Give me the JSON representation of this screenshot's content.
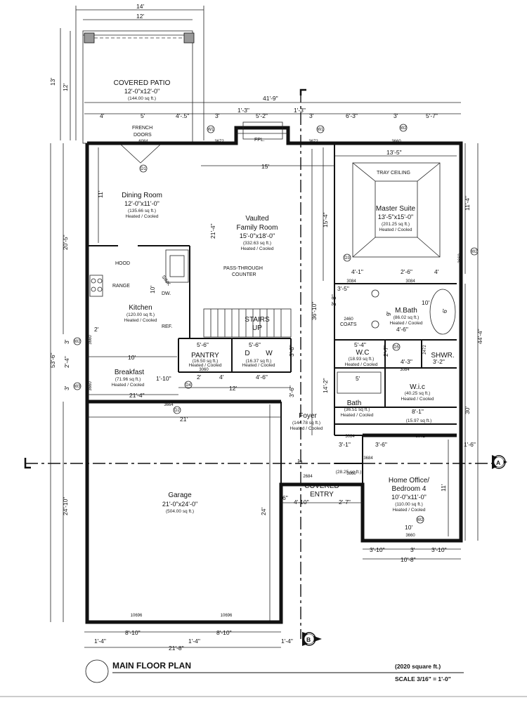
{
  "rooms": {
    "patio": {
      "name": "COVERED PATIO",
      "size": "12'-0\"x12'-0\"",
      "sqft": "(144.00 sq ft.)"
    },
    "dining": {
      "name": "Dining Room",
      "size": "12'-0\"x11'-0\"",
      "sqft": "(135.66 sq ft.)",
      "hc": "Heated / Cooled"
    },
    "family": {
      "name1": "Vaulted",
      "name2": "Family Room",
      "size": "15'-0\"x18'-0\"",
      "sqft": "(332.63 sq ft.)",
      "hc": "Heated / Cooled"
    },
    "master": {
      "name": "Master Suite",
      "size": "13'-5\"x15'-0\"",
      "sqft": "(201.25 sq ft.)",
      "hc": "Heated / Cooled"
    },
    "kitchen": {
      "name": "Kitchen",
      "sqft": "(120.00 sq ft.)",
      "hc": "Heated / Cooled"
    },
    "mbath": {
      "name": "M.Bath",
      "sqft": "(86.02 sq ft.)",
      "hc": "Heated / Cooled"
    },
    "pantry": {
      "name": "PANTRY",
      "sqft": "(16.50 sq ft.)",
      "hc": "Heated / Cooled"
    },
    "dw": {
      "name1": "D",
      "name2": "W",
      "sqft": "(16.37 sq ft.)",
      "hc": "Heated / Cooled"
    },
    "wc": {
      "name": "W.C",
      "sqft": "(18.93 sq ft.)",
      "hc": "Heated / Cooled"
    },
    "shwr": {
      "name": "SHWR."
    },
    "breakfast": {
      "name": "Breakfast",
      "sqft": "(71.96 sq ft.)",
      "hc": "Heated / Cooled"
    },
    "wic": {
      "name": "W.i.c",
      "sqft": "(40.25 sq ft.)",
      "hc": "Heated / Cooled"
    },
    "bath": {
      "name": "Bath",
      "sqft": "(36.51 sq ft.)",
      "hc": "Heated / Cooled"
    },
    "foyer": {
      "name": "Foyer",
      "sqft": "(144.78 sq ft.)",
      "hc": "Heated / Cooled"
    },
    "closet": {
      "sqft": "(15.97 sq ft.)"
    },
    "garage": {
      "name": "Garage",
      "size": "21'-0\"x24'-0\"",
      "sqft": "(504.00 sq ft.)"
    },
    "entry": {
      "name1": "COVERED",
      "name2": "ENTRY",
      "sqft": "(28.25 sq ft.)"
    },
    "office": {
      "name1": "Home Office/",
      "name2": "Bedroom 4",
      "size": "10'-0\"x11'-0\"",
      "sqft": "(110.00 sq ft.)",
      "hc": "Heated / Cooled"
    }
  },
  "labels": {
    "french1": "FRENCH",
    "french2": "DOORS",
    "fpl": "FPL.",
    "tray": "TRAY CEILING",
    "hood": "HOOD",
    "range": "RANGE",
    "sink": "SINK",
    "dw": "DW.",
    "ref": "REF.",
    "pass1": "PASS-THROUGH",
    "pass2": "COUNTER",
    "stairs1": "STAIRS",
    "stairs2": "UP",
    "coats": "COATS"
  },
  "codes": {
    "c6084": "6084",
    "c3672a": "3672",
    "c3672b": "3672",
    "c3660a": "3660",
    "c3084a": "3084",
    "c3084b": "3084",
    "c3084c": "3084",
    "c3084d": "3084",
    "c2460": "2460",
    "c2472": "2472",
    "c3060": "3060",
    "c3660b": "3660",
    "c3660c": "3660",
    "c3660d": "3660",
    "c3664": "3664",
    "c6072": "6072",
    "c3684": "3684",
    "c2684": "2684",
    "c3660e": "3660",
    "c3660f": "3660",
    "c10696a": "10696",
    "c10696b": "10696"
  },
  "tags": {
    "d1": "D1",
    "d2": "D2",
    "d3": "D3",
    "d4": "D4",
    "d5": "D5",
    "w1a": "W1",
    "w1b": "W1",
    "w2a": "W2",
    "w2b": "W2",
    "w2c": "W2",
    "w2d": "W2",
    "w3": "W3"
  },
  "dims": {
    "top14": "14'",
    "top12": "12'",
    "left13": "13'",
    "left12": "12'",
    "overall_top": "41'-9\"",
    "seg4": "4'",
    "seg5": "5'",
    "seg4b": "4'-.5\"",
    "seg3": "3'",
    "seg13": "1'-3\"",
    "seg52": "5'-2\"",
    "seg13b": "1'-3\"",
    "seg3b": "3'",
    "seg63": "6'-3\"",
    "seg3c": "3'",
    "seg57": "5'-7\"",
    "master_w": "13'-5\"",
    "family_w": "15'",
    "dining_h": "11'",
    "family_h": "21'-4\"",
    "master_h": "15'-4\"",
    "right_114": "11'-4\"",
    "right_444": "44'-4\"",
    "right_30": "30'",
    "left_205": "20'-5\"",
    "left_536": "53'-6\"",
    "left_2410": "24'-10\"",
    "d41": "4'-1\"",
    "d26": "2'-6\"",
    "d4": "4'",
    "d35": "3'-5\"",
    "d38": "3'-8\"",
    "d10": "10'",
    "d46": "4'-6\"",
    "d9": "9'",
    "d6": "6'",
    "d3610": "36'-10\"",
    "d10b": "10'",
    "d2": "2'",
    "d10c": "10'",
    "d56a": "5'-6\"",
    "d56b": "5'-6\"",
    "d54": "5'-4\"",
    "d43": "4'-3\"",
    "d32": "3'-2\"",
    "d38b": "3'-8\"",
    "d27": "2'-7\"",
    "d3c": "3'",
    "d24": "2'-4\"",
    "d36": "3'-6\"",
    "d214": "21'-4\"",
    "d110": "1'-10\"",
    "d12": "12'",
    "d46b": "4'-6\"",
    "d4b": "4'",
    "d2b": "2'",
    "d5": "5'",
    "d81": "8'-1\"",
    "d142": "14'-2\"",
    "d31": "3'-1\"",
    "d36b": "3'-6\"",
    "d16": "1'-6\"",
    "d21": "21'",
    "d24b": "24'",
    "d410": "4'-10\"",
    "d27b": "2'-7\"",
    "d11": "11'",
    "d10d": "10'",
    "d310a": "3'-10\"",
    "d3d": "3'",
    "d310b": "3'-10\"",
    "d108": "10'-8\"",
    "bot14a": "1'-4\"",
    "bot810a": "8'-10\"",
    "bot14b": "1'-4\"",
    "bot810b": "8'-10\"",
    "bot14c": "1'-4\"",
    "bot218": "21'-8\"",
    "d6b": "6'",
    "d6c": "6\""
  },
  "markers": {
    "a": "A",
    "b": "B"
  },
  "title": {
    "main": "MAIN FLOOR PLAN",
    "sqft": "(2020 square ft.)",
    "scale": "SCALE 3/16\" = 1'-0\""
  }
}
